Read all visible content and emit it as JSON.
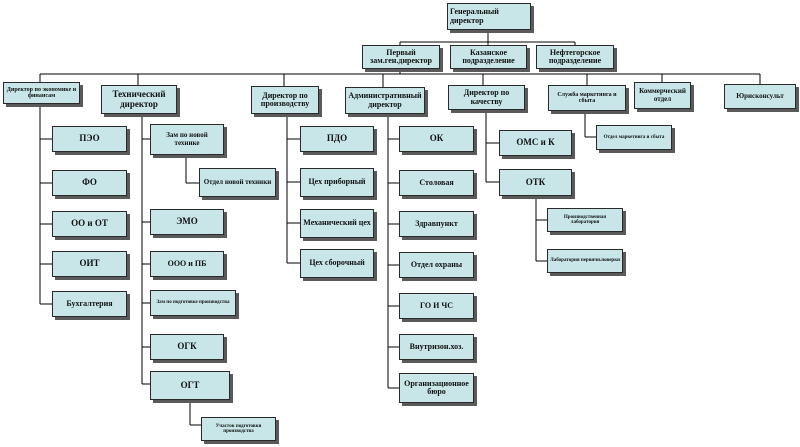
{
  "chart": {
    "gd": "Генеральный директор",
    "first_dep": "Первый зам.ген.директор",
    "kazan": "Казанское подразделение",
    "neft": "Нефтегорское подразделение",
    "dir_econ": "Директор по экономике и финансам",
    "tech_dir": "Технический директор",
    "dir_prod": "Директор по производству",
    "admin_dir": "Административный директор",
    "dir_quality": "Директор по качеству",
    "marketing": "Служба маркетинга и сбыта",
    "commercial": "Коммерческий отдел",
    "lawyer": "Юрисконсульт",
    "econ": [
      "ПЭО",
      "ФО",
      "ОО и ОТ",
      "ОИТ",
      "Бухгалтерия"
    ],
    "tech_zam": "Зам по новой технике",
    "tech_new_dept": "Отдел новой техники",
    "tech": [
      "ЭМО",
      "ООО и ПБ",
      "Зам по подготовке производства",
      "ОГК",
      "ОГТ"
    ],
    "tech_site": "Участок подготовки производства",
    "prod": [
      "ПДО",
      "Цех приборный",
      "Механический цех",
      "Цех сборочный"
    ],
    "admin": [
      "ОК",
      "Столовая",
      "Здравпункт",
      "Отдел охраны",
      "ГО И ЧС",
      "Внутризон.хоз.",
      "Организационное бюро"
    ],
    "quality": [
      "ОМС и К",
      "ОТК"
    ],
    "otk_sub": [
      "Производственная лаборатория",
      "Лаборатория первичн.поверки"
    ],
    "marketing_sub": "Отдел маркетинга и сбыта"
  }
}
